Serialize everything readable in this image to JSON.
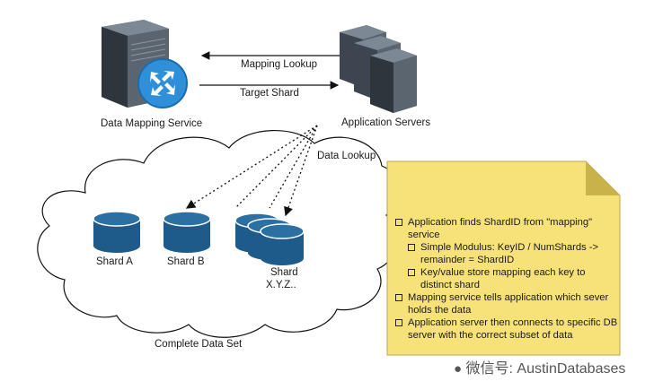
{
  "nodes": {
    "data_mapping_service": "Data Mapping Service",
    "application_servers": "Application Servers",
    "shard_a": "Shard A",
    "shard_b": "Shard B",
    "shard_xyz_line1": "Shard",
    "shard_xyz_line2": "X.Y.Z..",
    "complete_data_set": "Complete Data Set"
  },
  "edges": {
    "mapping_lookup": "Mapping Lookup",
    "target_shard": "Target Shard",
    "data_lookup": "Data Lookup"
  },
  "note": {
    "items": [
      {
        "text": "Application finds ShardID from \"mapping\" service",
        "sub": [
          "Simple Modulus:  KeyID / NumShards -> remainder = ShardID",
          "Key/value store mapping each key to distinct shard"
        ]
      },
      {
        "text": "Mapping service tells application which sever holds the data",
        "sub": []
      },
      {
        "text": "Application server then connects to specific DB server with the correct subset of data",
        "sub": []
      }
    ]
  },
  "watermark": "微信号: AustinDatabases",
  "colors": {
    "db_blue": "#1e5a8a",
    "router_blue": "#2f8fd8",
    "note_yellow": "#f7e27a",
    "server_gray": "#5b6570"
  }
}
